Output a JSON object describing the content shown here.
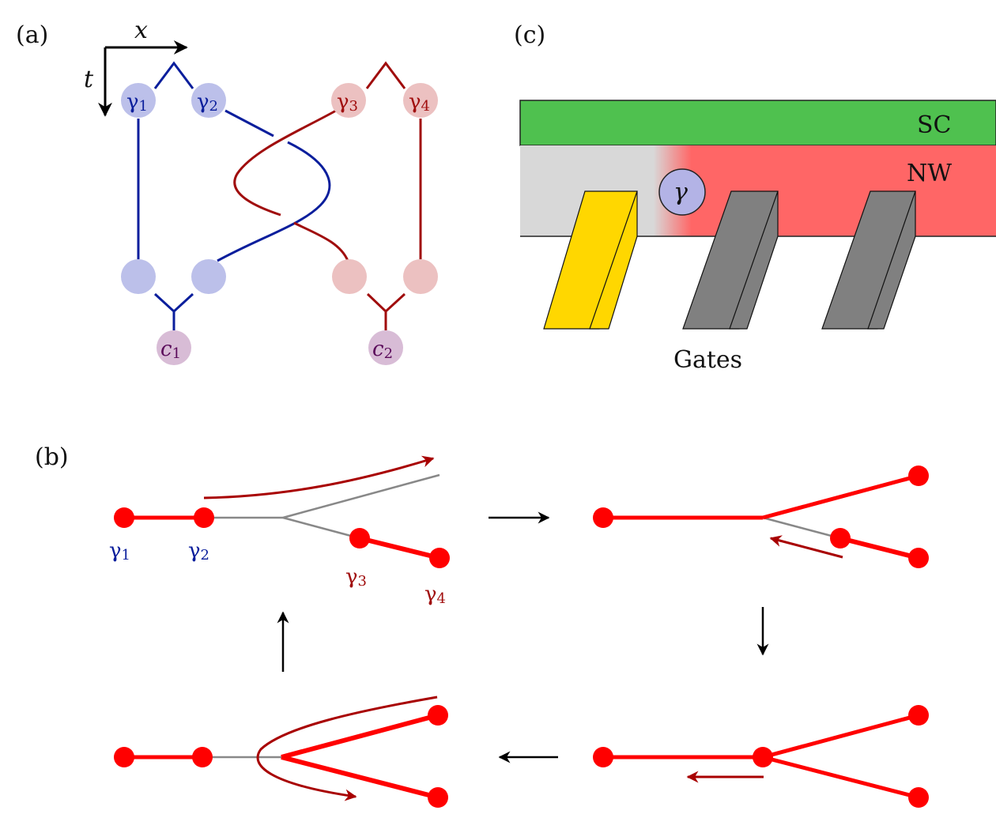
{
  "colors": {
    "blue_line": "#0a1e9c",
    "red_line": "#a00d0d",
    "blue_node": "#bcc0ea",
    "red_node": "#ecc1c1",
    "purple_node": "#d8bcd6",
    "purple_text": "#5a0a5a",
    "wire_red": "#ff0000",
    "wire_gray": "#888888",
    "arrow_darkred": "#a80000",
    "sc_green": "#4fc14f",
    "nw_red": "#ff6666",
    "nw_gray": "#d8d8d8",
    "gate_yellow": "#ffd700",
    "gate_gray": "#808080",
    "majorana_fill": "#b3b3e6"
  },
  "panel_a": {
    "label": "(a)",
    "x_axis": "x",
    "t_axis": "t",
    "top_nodes": [
      {
        "sym": "γ",
        "sub": "1",
        "group": "blue"
      },
      {
        "sym": "γ",
        "sub": "2",
        "group": "blue"
      },
      {
        "sym": "γ",
        "sub": "3",
        "group": "red"
      },
      {
        "sym": "γ",
        "sub": "4",
        "group": "red"
      }
    ],
    "fusion_nodes": [
      {
        "sym": "c",
        "sub": "1"
      },
      {
        "sym": "c",
        "sub": "2"
      }
    ]
  },
  "panel_b": {
    "label": "(b)",
    "labels": [
      {
        "sym": "γ",
        "sub": "1",
        "color": "blue"
      },
      {
        "sym": "γ",
        "sub": "2",
        "color": "blue"
      },
      {
        "sym": "γ",
        "sub": "3",
        "color": "red"
      },
      {
        "sym": "γ",
        "sub": "4",
        "color": "red"
      }
    ],
    "steps": [
      "initial",
      "move-γ2-up-branch",
      "move-γ3-to-junction",
      "move-γ3-left",
      "return"
    ]
  },
  "panel_c": {
    "label": "(c)",
    "sc_label": "SC",
    "nw_label": "NW",
    "majorana_label": "γ",
    "gates_label": "Gates",
    "gates": [
      "yellow",
      "gray",
      "gray"
    ]
  }
}
